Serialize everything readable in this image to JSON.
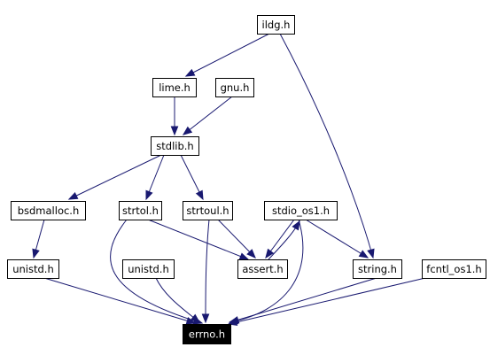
{
  "graph": {
    "edge_color": "#191970",
    "nodes": [
      {
        "id": "ildg",
        "label": "ildg.h"
      },
      {
        "id": "lime",
        "label": "lime.h"
      },
      {
        "id": "gnu",
        "label": "gnu.h"
      },
      {
        "id": "stdlib",
        "label": "stdlib.h"
      },
      {
        "id": "bsdmalloc",
        "label": "bsdmalloc.h"
      },
      {
        "id": "strtol",
        "label": "strtol.h"
      },
      {
        "id": "strtoul",
        "label": "strtoul.h"
      },
      {
        "id": "stdio_os1",
        "label": "stdio_os1.h"
      },
      {
        "id": "unistd_a",
        "label": "unistd.h"
      },
      {
        "id": "unistd_b",
        "label": "unistd.h"
      },
      {
        "id": "assert",
        "label": "assert.h"
      },
      {
        "id": "string",
        "label": "string.h"
      },
      {
        "id": "fcntl_os1",
        "label": "fcntl_os1.h"
      },
      {
        "id": "errno",
        "label": "errno.h",
        "highlighted": true
      }
    ],
    "edges": [
      {
        "from": "ildg",
        "to": "lime"
      },
      {
        "from": "ildg",
        "to": "string"
      },
      {
        "from": "lime",
        "to": "stdlib"
      },
      {
        "from": "gnu",
        "to": "stdlib"
      },
      {
        "from": "stdlib",
        "to": "bsdmalloc"
      },
      {
        "from": "stdlib",
        "to": "strtol"
      },
      {
        "from": "stdlib",
        "to": "strtoul"
      },
      {
        "from": "bsdmalloc",
        "to": "unistd_a"
      },
      {
        "from": "strtol",
        "to": "assert"
      },
      {
        "from": "strtol",
        "to": "errno"
      },
      {
        "from": "strtoul",
        "to": "assert"
      },
      {
        "from": "strtoul",
        "to": "errno"
      },
      {
        "from": "stdio_os1",
        "to": "assert"
      },
      {
        "from": "assert",
        "to": "stdio_os1"
      },
      {
        "from": "stdio_os1",
        "to": "string"
      },
      {
        "from": "stdio_os1",
        "to": "errno"
      },
      {
        "from": "unistd_a",
        "to": "errno"
      },
      {
        "from": "unistd_b",
        "to": "errno"
      },
      {
        "from": "string",
        "to": "errno"
      },
      {
        "from": "fcntl_os1",
        "to": "errno"
      }
    ]
  }
}
